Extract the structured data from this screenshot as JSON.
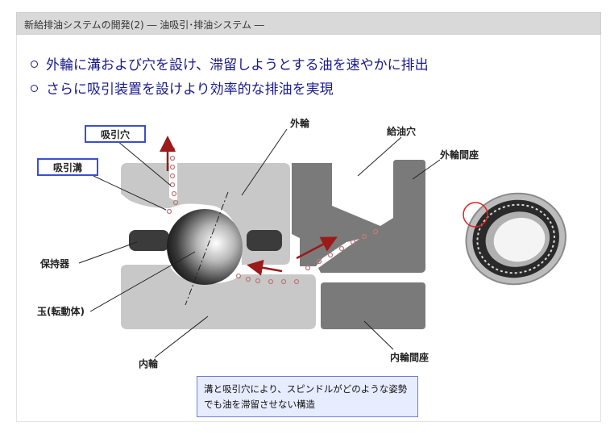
{
  "header": {
    "title": "新給排油システムの開発(2) ― 油吸引･排油システム ―"
  },
  "bullets": [
    "外輪に溝および穴を設け、滞留しようとする油を速やかに排出",
    "さらに吸引装置を設けより効率的な排油を実現"
  ],
  "diagram": {
    "callouts": {
      "suction_hole": "吸引穴",
      "suction_groove": "吸引溝"
    },
    "labels": {
      "outer_ring": "外輪",
      "oil_supply_hole": "給油穴",
      "outer_ring_spacer": "外輪間座",
      "retainer": "保持器",
      "ball": "玉(転動体)",
      "inner_ring": "内輪",
      "inner_ring_spacer": "内輪間座"
    },
    "note": "溝と吸引穴により、スピンドルがどのような姿勢でも油を滞留させない構造"
  },
  "colors": {
    "bullet_text": "#1a1a8c",
    "arrow": "#9b1a1a",
    "callout_border": "#3a4fcf",
    "note_bg": "#e8ecff"
  }
}
